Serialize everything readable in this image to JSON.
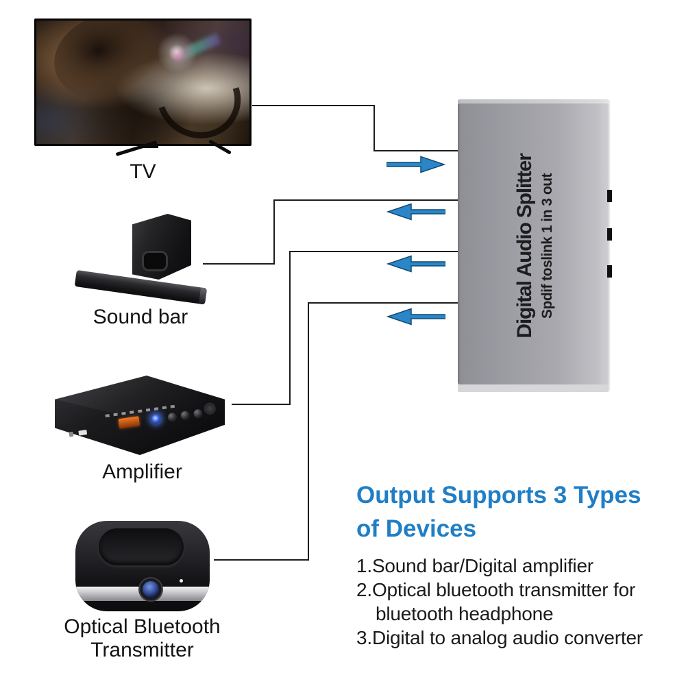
{
  "splitter": {
    "title": "Digital Audio Splitter",
    "subtitle": "Spdif toslink 1 in 3 out",
    "port_count": 3,
    "body_color": "#a3a3a9"
  },
  "devices": [
    {
      "id": "tv",
      "label": "TV"
    },
    {
      "id": "sound-bar",
      "label": "Sound bar"
    },
    {
      "id": "amplifier",
      "label": "Amplifier"
    },
    {
      "id": "bluetooth-transmitter",
      "label_line1": "Optical Bluetooth",
      "label_line2": "Transmitter"
    }
  ],
  "connections": [
    {
      "from": "tv",
      "to": "splitter",
      "arrow_direction": "right",
      "role": "input"
    },
    {
      "from": "splitter",
      "to": "sound-bar",
      "arrow_direction": "left",
      "role": "output"
    },
    {
      "from": "splitter",
      "to": "amplifier",
      "arrow_direction": "left",
      "role": "output"
    },
    {
      "from": "splitter",
      "to": "bluetooth-transmitter",
      "arrow_direction": "left",
      "role": "output"
    }
  ],
  "info": {
    "heading_line1": "Output Supports 3 Types",
    "heading_line2": "of Devices",
    "items": [
      {
        "line1": "1.Sound bar/Digital amplifier"
      },
      {
        "line1": "2.Optical bluetooth transmitter for",
        "line2": "bluetooth headphone"
      },
      {
        "line1": "3.Digital to analog audio converter"
      }
    ]
  },
  "icons": {
    "input_arrow": "arrow-right",
    "output_arrow": "arrow-left"
  },
  "colors": {
    "heading_blue": "#1f7ec6",
    "arrow_blue": "#2b86c8",
    "arrow_outline": "#0e4a73",
    "wire_black": "#1c1c1c"
  }
}
